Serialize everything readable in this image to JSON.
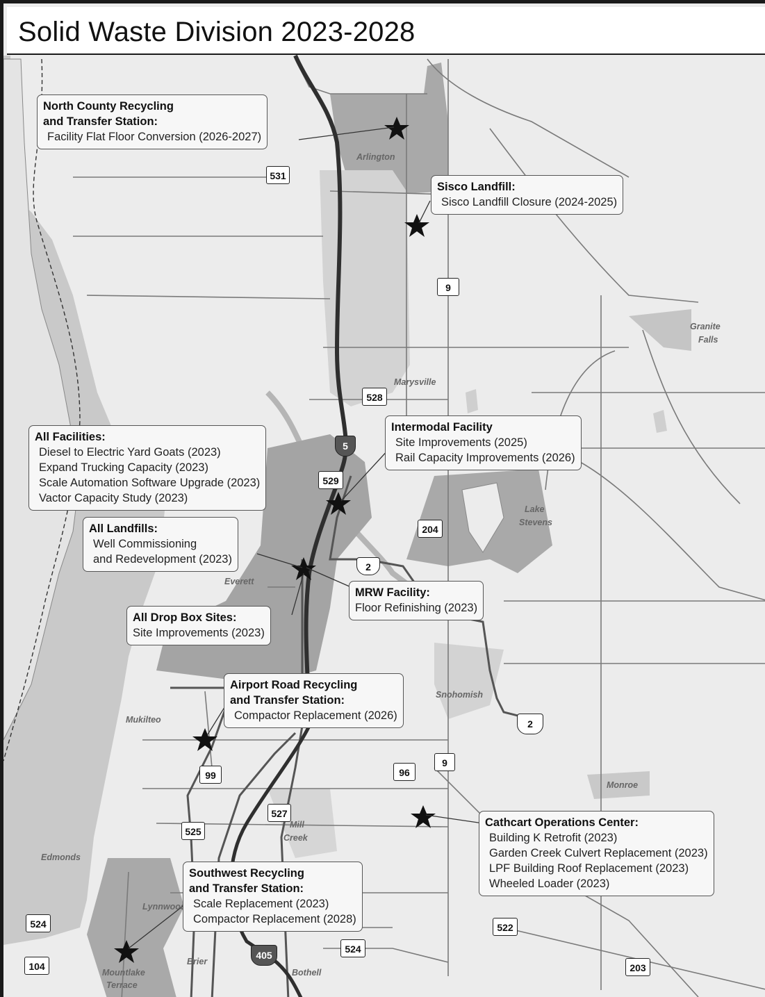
{
  "title": "Solid Waste Division 2023-2028",
  "callouts": [
    {
      "id": "north-county",
      "heading": [
        "North County Recycling",
        "and Transfer Station:"
      ],
      "items": [
        "Facility Flat Floor Conversion (2026-2027)"
      ]
    },
    {
      "id": "sisco",
      "heading": [
        "Sisco Landfill:"
      ],
      "items": [
        "Sisco Landfill Closure (2024-2025)"
      ]
    },
    {
      "id": "all-facilities",
      "heading": [
        "All Facilities:"
      ],
      "items": [
        "Diesel to Electric Yard Goats (2023)",
        "Expand Trucking Capacity (2023)",
        "Scale Automation Software Upgrade (2023)",
        "Vactor Capacity Study (2023)"
      ]
    },
    {
      "id": "intermodal",
      "heading": [
        "Intermodal Facility"
      ],
      "items": [
        "Site Improvements (2025)",
        "Rail Capacity Improvements (2026)"
      ]
    },
    {
      "id": "all-landfills",
      "heading": [
        "All Landfills:"
      ],
      "items": [
        "Well Commissioning",
        "and Redevelopment (2023)"
      ]
    },
    {
      "id": "mrw",
      "heading": [
        "MRW Facility:"
      ],
      "items": [
        "Floor Refinishing (2023)"
      ]
    },
    {
      "id": "drop-box",
      "heading": [
        "All Drop Box Sites:"
      ],
      "items": [
        "Site Improvements (2023)"
      ]
    },
    {
      "id": "airport-road",
      "heading": [
        "Airport Road Recycling",
        "and Transfer Station:"
      ],
      "items": [
        "Compactor Replacement (2026)"
      ]
    },
    {
      "id": "cathcart",
      "heading": [
        "Cathcart Operations Center:"
      ],
      "items": [
        "Building K Retrofit (2023)",
        "Garden Creek Culvert Replacement (2023)",
        "LPF Building Roof Replacement (2023)",
        "Wheeled Loader (2023)"
      ]
    },
    {
      "id": "southwest",
      "heading": [
        "Southwest Recycling",
        "and Transfer Station:"
      ],
      "items": [
        "Scale Replacement (2023)",
        "Compactor Replacement (2028)"
      ]
    }
  ],
  "places": [
    "Arlington",
    "Granite",
    "Falls",
    "Marysville",
    "Lake",
    "Stevens",
    "Everett",
    "Snohomish",
    "Mukilteo",
    "Mill",
    "Creek",
    "Edmonds",
    "Lynnwood",
    "Mountlake",
    "Terrace",
    "Brier",
    "Bothell",
    "Monroe"
  ],
  "routes": [
    "531",
    "9",
    "528",
    "5",
    "529",
    "204",
    "2",
    "99",
    "96",
    "9",
    "527",
    "525",
    "524",
    "104",
    "405",
    "524",
    "522",
    "203",
    "2"
  ],
  "colors": {
    "water": "#c6c6c6",
    "land": "#ececec",
    "urban_dark": "#a8a8a8",
    "urban_light": "#d6d6d6",
    "road": "#555555",
    "freeway": "#333333"
  }
}
